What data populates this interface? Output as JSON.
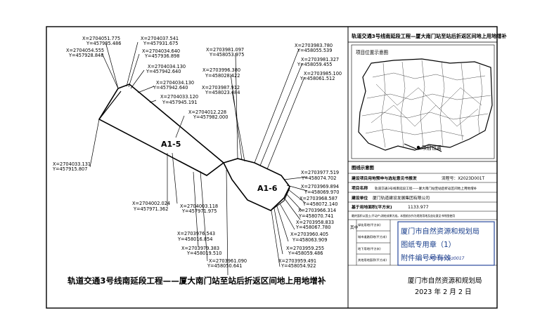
{
  "plan": {
    "main_title": "轨道交通3号线南延段工程——厦大南门站至站后折返区间地上用地增补",
    "parcels": [
      {
        "label": "A1-5"
      },
      {
        "label": "A1-6"
      }
    ],
    "coords": [
      {
        "x": "X=2704051.775",
        "y": "Y=457935.486"
      },
      {
        "x": "X=2704054.555",
        "y": "Y=457928.848"
      },
      {
        "x": "X=2704037.541",
        "y": "Y=457931.675"
      },
      {
        "x": "X=2704034.640",
        "y": "Y=457936.898"
      },
      {
        "x": "X=2704034.130",
        "y": "Y=457942.640"
      },
      {
        "x": "X=2704034.130",
        "y": "Y=457942.640"
      },
      {
        "x": "X=2704033.120",
        "y": "Y=457945.191"
      },
      {
        "x": "X=2704012.228",
        "y": "Y=457982.000"
      },
      {
        "x": "X=2704033.131",
        "y": "Y=457915.807"
      },
      {
        "x": "X=2704002.024",
        "y": "Y=457971.362"
      },
      {
        "x": "X=2704003.118",
        "y": "Y=457971.975"
      },
      {
        "x": "X=2703976.543",
        "y": "Y=458016.854"
      },
      {
        "x": "X=2703979.383",
        "y": "Y=458019.510"
      },
      {
        "x": "X=2703961.090",
        "y": "Y=458050.641"
      },
      {
        "x": "X=2703981.097",
        "y": "Y=458053.975"
      },
      {
        "x": "X=2703996.380",
        "y": "Y=458028.422"
      },
      {
        "x": "X=2703987.912",
        "y": "Y=458023.484"
      },
      {
        "x": "X=2703983.780",
        "y": "Y=458055.539"
      },
      {
        "x": "X=2703981.327",
        "y": "Y=458059.455"
      },
      {
        "x": "X=2703985.100",
        "y": "Y=458061.512"
      },
      {
        "x": "X=2703977.519",
        "y": "Y=458074.702"
      },
      {
        "x": "X=2703969.894",
        "y": "Y=458069.970"
      },
      {
        "x": "X=2703968.587",
        "y": "Y=458072.140"
      },
      {
        "x": "X=2703966.314",
        "y": "Y=458070.741"
      },
      {
        "x": "X=2703958.833",
        "y": "Y=458067.780"
      },
      {
        "x": "X=2703960.405",
        "y": "Y=458063.909"
      },
      {
        "x": "X=2703959.255",
        "y": "Y=458059.486"
      },
      {
        "x": "X=2703959.491",
        "y": "Y=458054.922"
      }
    ]
  },
  "panel": {
    "title": "轨道交通3号线南延段工程—厦大南门站至站后折返区间地上用地增补",
    "map_caption": "项目位置示意图",
    "map_marker": "项目位置",
    "legend_label": "图线示意图",
    "rows": [
      {
        "label": "建设项目用地预申与选址意见书报发",
        "value": "流程号：X2023D001T"
      },
      {
        "label": "项目名称",
        "value": "轨道交通3号线南延段工程——厦大南门站至站后折返区间地上用地增补"
      },
      {
        "label": "建设单位",
        "value": "厦门轨道建设发展集团有限公司"
      },
      {
        "label": "基于用地面积(平方米)",
        "value": "1133.977"
      }
    ],
    "note": "最终面积以国土(不动产)测绘成果为准。本图纸仅作为规划用地及选址意见书附图使用",
    "side_char": "其中",
    "sub_rows": [
      {
        "label": "绿化用地(平方米)"
      },
      {
        "label": "城市道路用地(平方米)"
      },
      {
        "label": "地下用地(平方米)"
      },
      {
        "label": "其他用地面积(平方米)"
      }
    ],
    "stamp_lines": [
      "厦门市自然资源和规划局",
      "图纸专用章（1）",
      "附件编号号有效"
    ],
    "stamp_code": "2023xm3xz0017",
    "issuer": "厦门市自然资源和规划局",
    "date": "2023 年 2 月 2 日"
  }
}
